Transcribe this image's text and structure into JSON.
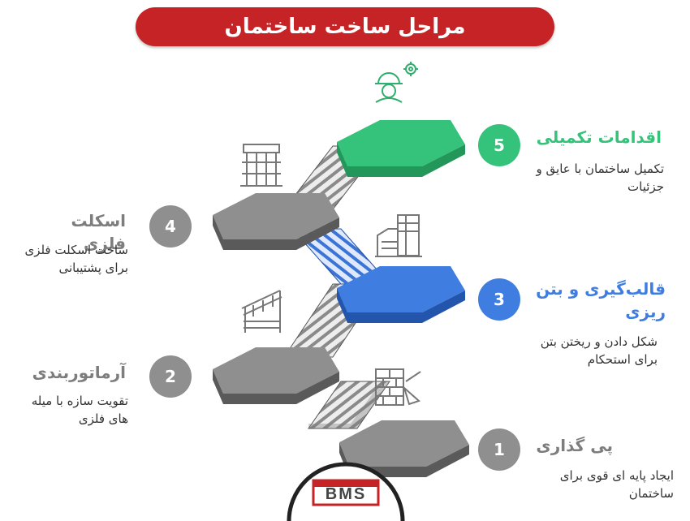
{
  "title": "مراحل ساخت ساختمان",
  "colors": {
    "title_bg": "#c62326",
    "gray": "#8f8f8f",
    "blue": "#3f7de0",
    "green": "#35c27a"
  },
  "steps": [
    {
      "number": "1",
      "title": "پی گذاری",
      "desc": "ایجاد پایه ای قوی برای ساختمان",
      "icon": "brick-wall-trowel-icon"
    },
    {
      "number": "2",
      "title": "آرماتوربندی",
      "desc": "تقویت سازه با میله های فلزی",
      "icon": "rebar-stair-icon"
    },
    {
      "number": "3",
      "title": "قالب‌گیری و بتن ریزی",
      "desc": "شکل دادن و ریختن بتن برای استحکام",
      "icon": "formwork-icon"
    },
    {
      "number": "4",
      "title": "اسکلت فلزی",
      "desc": "ساخت اسکلت فلزی برای پشتیبانی",
      "icon": "steel-frame-icon"
    },
    {
      "number": "5",
      "title": "اقدامات تکمیلی",
      "desc": "تکمیل ساختمان با عایق و جزئیات",
      "icon": "worker-gear-icon"
    }
  ],
  "logo": {
    "text": "BMS"
  }
}
